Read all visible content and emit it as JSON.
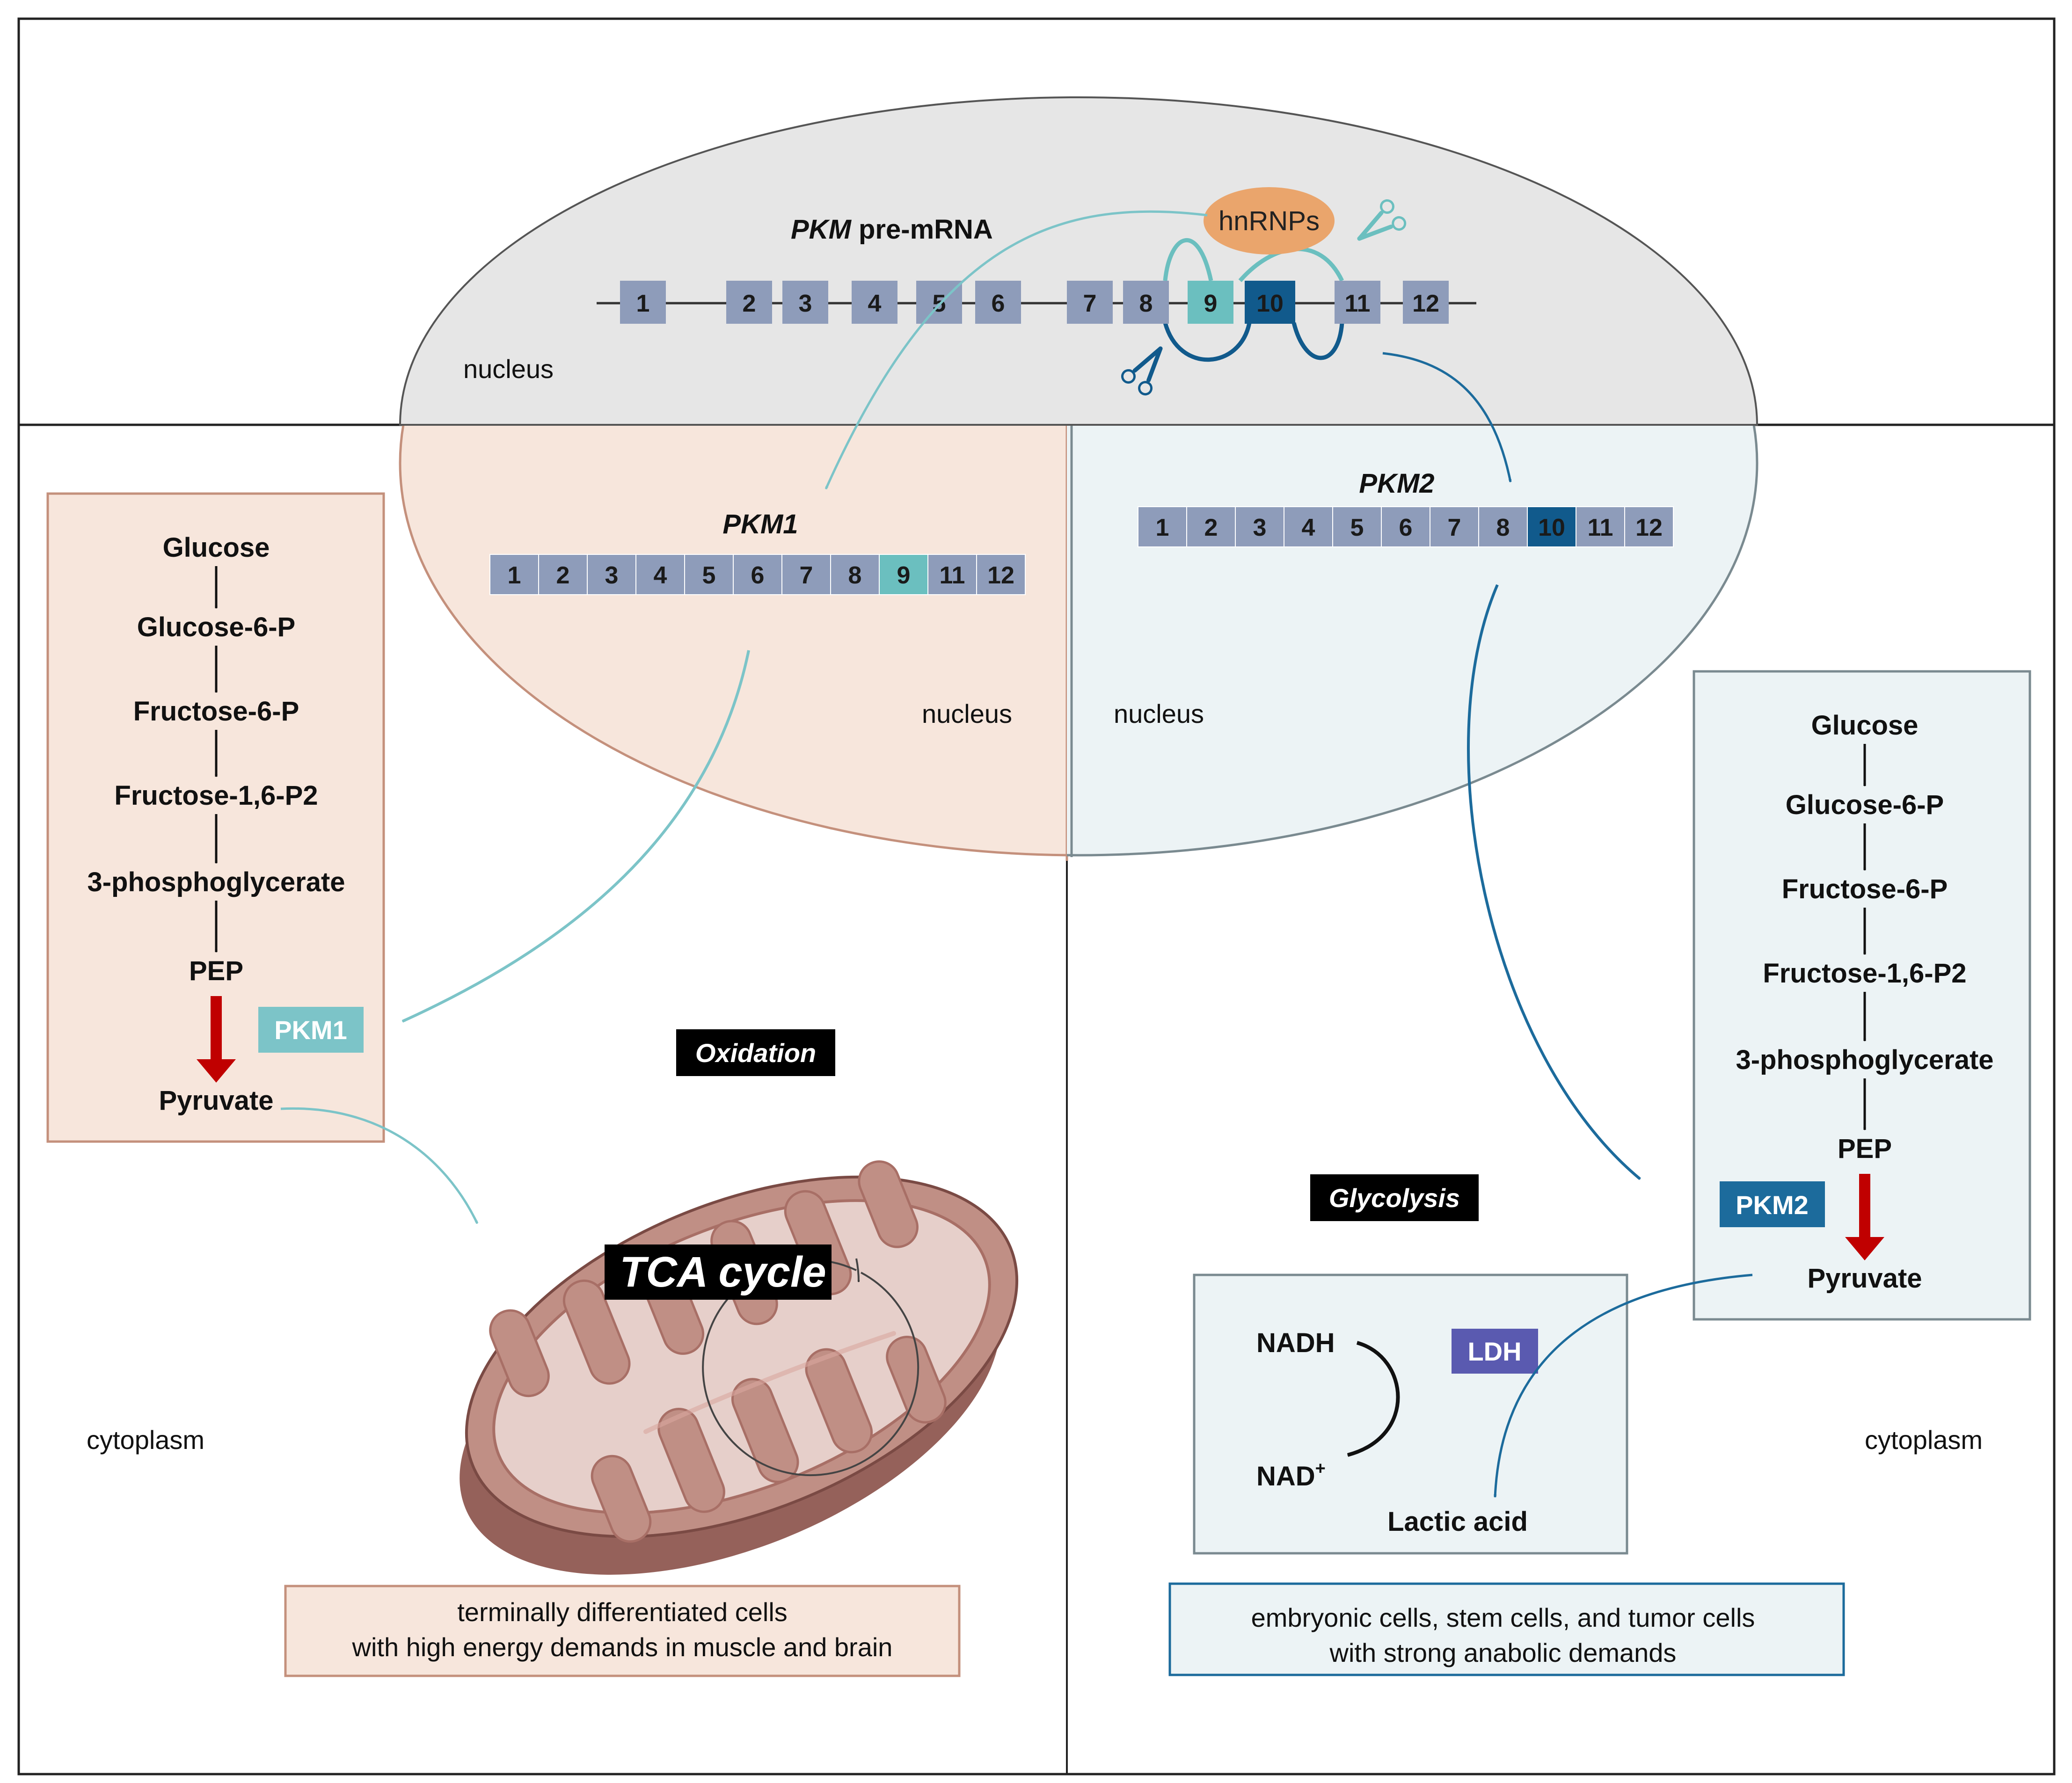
{
  "colors": {
    "exon": "#8e9cba",
    "exon9": "#6bbfbf",
    "exon10": "#115a8c",
    "pkm1_accent": "#7cc4c8",
    "pkm2_accent": "#1c6b9c",
    "pkm1_box_fill": "#f7e6dc",
    "pkm1_box_stroke": "#c4907c",
    "pkm2_box_fill": "#ecf3f5",
    "pkm2_box_stroke": "#7a8a90",
    "nucleus_top": "#e6e6e6",
    "hnrnps": "#eaa56c",
    "red_arrow": "#c00000",
    "ldh": "#5a5ab0",
    "mito_outer": "#b47e74",
    "mito_inner": "#e6cfca"
  },
  "top": {
    "pre_mrna_italic": "PKM",
    "pre_mrna_rest": " pre-mRNA",
    "nucleus_label": "nucleus",
    "hnrnps": "hnRNPs",
    "exons": [
      "1",
      "2",
      "3",
      "4",
      "5",
      "6",
      "7",
      "8",
      "9",
      "10",
      "11",
      "12"
    ]
  },
  "pkm1": {
    "title": "PKM1",
    "exons": [
      "1",
      "2",
      "3",
      "4",
      "5",
      "6",
      "7",
      "8",
      "9",
      "11",
      "12"
    ],
    "nucleus_label": "nucleus",
    "pathway": [
      "Glucose",
      "Glucose-6-P",
      "Fructose-6-P",
      "Fructose-1,6-P2",
      "3-phosphoglycerate",
      "PEP",
      "Pyruvate"
    ],
    "enzyme": "PKM1",
    "tag": "Oxidation",
    "cycle": "TCA cycle",
    "compartment": "cytoplasm",
    "note_line1": "terminally differentiated cells",
    "note_line2": "with high energy demands in muscle and brain"
  },
  "pkm2": {
    "title": "PKM2",
    "exons": [
      "1",
      "2",
      "3",
      "4",
      "5",
      "6",
      "7",
      "8",
      "10",
      "11",
      "12"
    ],
    "nucleus_label": "nucleus",
    "pathway": [
      "Glucose",
      "Glucose-6-P",
      "Fructose-6-P",
      "Fructose-1,6-P2",
      "3-phosphoglycerate",
      "PEP",
      "Pyruvate"
    ],
    "enzyme": "PKM2",
    "tag": "Glycolysis",
    "ldh": "LDH",
    "nadh": "NADH",
    "nad_base": "NAD",
    "nad_sup": "+",
    "lactic": "Lactic acid",
    "compartment": "cytoplasm",
    "note_line1": "embryonic cells, stem cells, and tumor cells",
    "note_line2": "with strong anabolic demands"
  }
}
